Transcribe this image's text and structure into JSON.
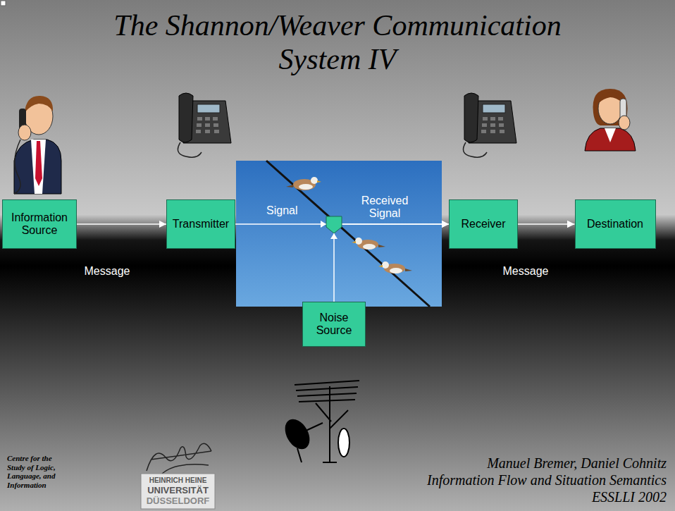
{
  "diagram": {
    "title": "The Shannon/Weaver Communication System IV",
    "nodes": [
      {
        "text": [
          "Information Source"
        ]
      },
      {
        "text": [
          "Transmitter"
        ]
      },
      {
        "text": [
          "Receiver"
        ]
      },
      {
        "text": [
          "Destination"
        ]
      },
      {
        "text": [
          "Noise Source"
        ]
      }
    ],
    "edges": [
      {
        "from": 0,
        "to": 1,
        "arrow": "to"
      },
      {
        "from": 1,
        "to": 2,
        "arrow": "to"
      },
      {
        "from": 4,
        "to": 2,
        "arrow": "to"
      },
      {
        "from": 2,
        "to": 3,
        "arrow": "to"
      }
    ],
    "labels": [
      "Signal",
      "Received Signal",
      "Message",
      "Message",
      "HEINRICH HEINE",
      "UNIVERSITÄT",
      "DÜSSELDORF",
      "Centre for the Study of Logic, Language, and Information",
      "Manuel Bremer, Daniel Cohnitz",
      "Information Flow and Situation Semantics",
      "ESSLLI 2002"
    ]
  }
}
